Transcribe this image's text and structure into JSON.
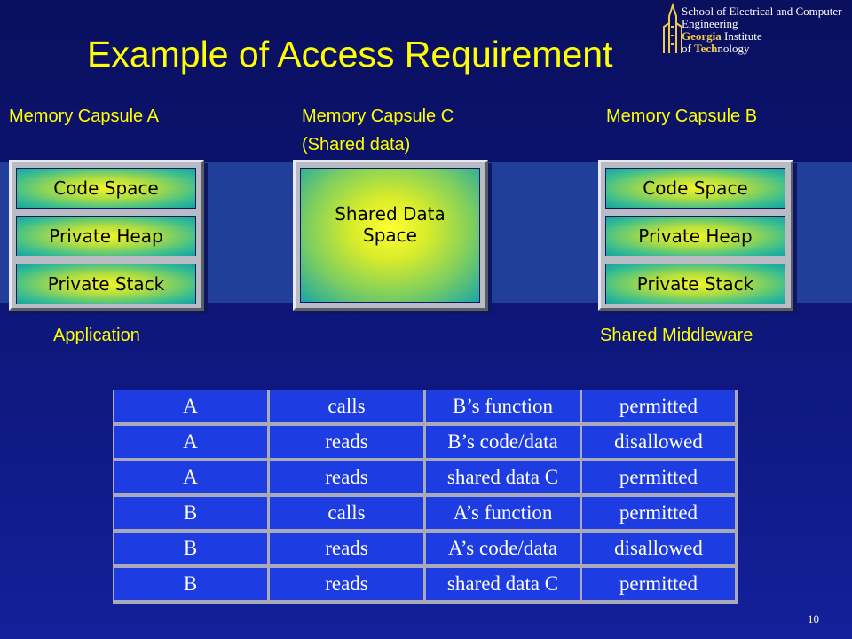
{
  "title": "Example of Access Requirement",
  "logo": {
    "line1": "School of Electrical and Computer",
    "line2": "Engineering",
    "line3_bold": "Georgia",
    "line3_rest": " Institute",
    "line4_pre": "of ",
    "line4_bold": "Tech",
    "line4_rest": "nology"
  },
  "capsules": {
    "a": {
      "heading": "Memory Capsule A",
      "regions": [
        "Code Space",
        "Private Heap",
        "Private Stack"
      ],
      "caption": "Application"
    },
    "c": {
      "heading": "Memory Capsule C",
      "subheading": "(Shared data)",
      "region_line1": "Shared Data",
      "region_line2": "Space"
    },
    "b": {
      "heading": "Memory Capsule B",
      "regions": [
        "Code Space",
        "Private Heap",
        "Private Stack"
      ],
      "caption": "Shared Middleware"
    }
  },
  "access_table": [
    [
      "A",
      "calls",
      "B’s function",
      "permitted"
    ],
    [
      "A",
      "reads",
      "B’s code/data",
      "disallowed"
    ],
    [
      "A",
      "reads",
      "shared data C",
      "permitted"
    ],
    [
      "B",
      "calls",
      "A’s function",
      "permitted"
    ],
    [
      "B",
      "reads",
      "A’s code/data",
      "disallowed"
    ],
    [
      "B",
      "reads",
      "shared data C",
      "permitted"
    ]
  ],
  "page_number": "10"
}
